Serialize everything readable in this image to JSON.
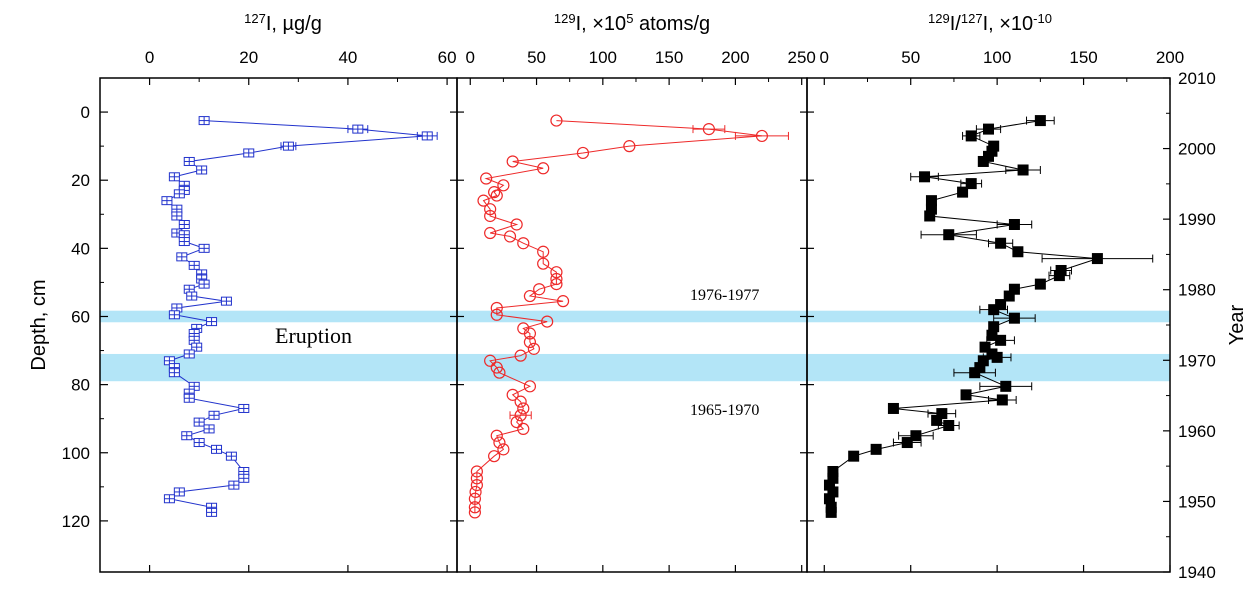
{
  "chart_data": [
    {
      "type": "scatter",
      "panel": "iodine-127",
      "title_main": "I, µg/g",
      "title_sup": "127",
      "color": "#2233cc",
      "marker": "square-crossed-open",
      "xlim": [
        -10,
        62
      ],
      "xticks": [
        0,
        20,
        40,
        60
      ],
      "ylim": [
        -10,
        135
      ],
      "ylabel": "Depth, cm",
      "yticks": [
        0,
        20,
        40,
        60,
        80,
        100,
        120
      ],
      "points": [
        [
          11,
          2.5
        ],
        [
          42,
          5
        ],
        [
          56,
          7
        ],
        [
          28,
          10
        ],
        [
          20,
          12
        ],
        [
          8,
          14.5
        ],
        [
          10.5,
          17
        ],
        [
          5,
          19
        ],
        [
          7,
          21.5
        ],
        [
          7,
          23
        ],
        [
          6,
          24
        ],
        [
          3.5,
          26
        ],
        [
          5.5,
          28.5
        ],
        [
          5.5,
          30.5
        ],
        [
          7,
          33
        ],
        [
          5.5,
          35.5
        ],
        [
          7,
          36
        ],
        [
          7,
          38
        ],
        [
          11,
          40
        ],
        [
          6.5,
          42.5
        ],
        [
          9,
          45
        ],
        [
          10.5,
          47.5
        ],
        [
          10.5,
          49
        ],
        [
          11,
          50.5
        ],
        [
          8,
          52
        ],
        [
          8.5,
          54
        ],
        [
          15.5,
          55.5
        ],
        [
          5.5,
          57.5
        ],
        [
          5,
          59.5
        ],
        [
          12.5,
          61.5
        ],
        [
          9.5,
          63.5
        ],
        [
          9,
          65
        ],
        [
          9,
          67
        ],
        [
          9.5,
          69
        ],
        [
          8,
          71
        ],
        [
          4,
          73
        ],
        [
          5,
          75
        ],
        [
          5,
          76.5
        ],
        [
          9,
          80.5
        ],
        [
          8,
          82.5
        ],
        [
          8,
          84
        ],
        [
          19,
          87
        ],
        [
          13,
          89
        ],
        [
          10,
          91
        ],
        [
          12,
          93
        ],
        [
          7.5,
          95
        ],
        [
          10,
          97
        ],
        [
          13.5,
          99
        ],
        [
          16.5,
          101
        ],
        [
          19,
          105.5
        ],
        [
          19,
          107.5
        ],
        [
          17,
          109.5
        ],
        [
          6,
          111.5
        ],
        [
          4,
          113.5
        ],
        [
          12.5,
          116
        ],
        [
          12.5,
          117.5
        ]
      ],
      "error_bars": [
        {
          "y": 5,
          "x": 42,
          "err": 2
        },
        {
          "y": 7,
          "x": 56,
          "err": 2
        },
        {
          "y": 10,
          "x": 28,
          "err": 1.5
        }
      ]
    },
    {
      "type": "scatter",
      "panel": "iodine-129",
      "title_main": "I, ×10",
      "title_sup": "129",
      "title_exp": "5",
      "title_tail": " atoms/g",
      "color": "#ee2a2a",
      "marker": "circle-open",
      "xlim": [
        -10,
        254
      ],
      "xticks": [
        0,
        50,
        100,
        150,
        200,
        250
      ],
      "ylim": [
        -10,
        135
      ],
      "points": [
        [
          65,
          2.5
        ],
        [
          180,
          5
        ],
        [
          220,
          7
        ],
        [
          120,
          10
        ],
        [
          85,
          12
        ],
        [
          32,
          14.5
        ],
        [
          55,
          16.5
        ],
        [
          12,
          19.5
        ],
        [
          25,
          21.5
        ],
        [
          18,
          23.5
        ],
        [
          20,
          24.5
        ],
        [
          10,
          26
        ],
        [
          15,
          28.5
        ],
        [
          15,
          30.5
        ],
        [
          35,
          33
        ],
        [
          15,
          35.5
        ],
        [
          30,
          36.5
        ],
        [
          40,
          38.5
        ],
        [
          55,
          41
        ],
        [
          55,
          44.5
        ],
        [
          65,
          47
        ],
        [
          65,
          49
        ],
        [
          65,
          50.5
        ],
        [
          52,
          52
        ],
        [
          45,
          54
        ],
        [
          70,
          55.5
        ],
        [
          20,
          57.5
        ],
        [
          20,
          59.5
        ],
        [
          58,
          61.5
        ],
        [
          40,
          63.5
        ],
        [
          45,
          65
        ],
        [
          45,
          67.5
        ],
        [
          48,
          69.5
        ],
        [
          38,
          71.5
        ],
        [
          15,
          73
        ],
        [
          20,
          75
        ],
        [
          22,
          76.5
        ],
        [
          45,
          80.5
        ],
        [
          32,
          83
        ],
        [
          38,
          85
        ],
        [
          40,
          87
        ],
        [
          38,
          89
        ],
        [
          35,
          91
        ],
        [
          40,
          93
        ],
        [
          20,
          95
        ],
        [
          22,
          97
        ],
        [
          25,
          99
        ],
        [
          18,
          101
        ],
        [
          5,
          105.5
        ],
        [
          5,
          107.5
        ],
        [
          5,
          109.5
        ],
        [
          4,
          111.5
        ],
        [
          3.5,
          113.5
        ],
        [
          3.5,
          116
        ],
        [
          3.5,
          117.5
        ]
      ],
      "error_bars": [
        {
          "y": 5,
          "x": 180,
          "err": 12
        },
        {
          "y": 7,
          "x": 220,
          "err": 20
        },
        {
          "y": 89,
          "x": 38,
          "err": 8
        }
      ],
      "annotations": [
        "1976-1977",
        "1965-1970"
      ]
    },
    {
      "type": "scatter",
      "panel": "iodine-ratio",
      "title_pre_sup": "129",
      "title_main": "I/",
      "title_mid_sup": "127",
      "title_tail": "I, ×10",
      "title_exp": "-10",
      "color": "#000000",
      "marker": "square-filled",
      "xlim": [
        -10,
        200
      ],
      "xticks": [
        0,
        50,
        100,
        150,
        200
      ],
      "y2label": "Year",
      "y2lim": [
        1940,
        2010
      ],
      "y2ticks": [
        1940,
        1950,
        1960,
        1970,
        1980,
        1990,
        2000,
        2010
      ],
      "points": [
        [
          125,
          2.5
        ],
        [
          95,
          5
        ],
        [
          85,
          7
        ],
        [
          98,
          10
        ],
        [
          97,
          11.5
        ],
        [
          95,
          13
        ],
        [
          92,
          14.5
        ],
        [
          115,
          17
        ],
        [
          58,
          19
        ],
        [
          85,
          21
        ],
        [
          80,
          23.5
        ],
        [
          62,
          26
        ],
        [
          62,
          28.5
        ],
        [
          61,
          30.5
        ],
        [
          110,
          33
        ],
        [
          72,
          36
        ],
        [
          102,
          38.5
        ],
        [
          112,
          41
        ],
        [
          158,
          43
        ],
        [
          137,
          46.5
        ],
        [
          136,
          48
        ],
        [
          125,
          50.5
        ],
        [
          110,
          52
        ],
        [
          107,
          54
        ],
        [
          102,
          56.5
        ],
        [
          98,
          58
        ],
        [
          110,
          60.5
        ],
        [
          98,
          63
        ],
        [
          97,
          65.5
        ],
        [
          102,
          67
        ],
        [
          93,
          69
        ],
        [
          97,
          71
        ],
        [
          100,
          72
        ],
        [
          92,
          73
        ],
        [
          90,
          75
        ],
        [
          87,
          76.5
        ],
        [
          105,
          80.5
        ],
        [
          82,
          83
        ],
        [
          103,
          84.5
        ],
        [
          40,
          87
        ],
        [
          68,
          88.5
        ],
        [
          65,
          90.5
        ],
        [
          72,
          92
        ],
        [
          53,
          95
        ],
        [
          48,
          97
        ],
        [
          30,
          99
        ],
        [
          17,
          101
        ],
        [
          5,
          105.5
        ],
        [
          5,
          107.5
        ],
        [
          3,
          109.5
        ],
        [
          5,
          111.5
        ],
        [
          3,
          113.5
        ],
        [
          4,
          116
        ],
        [
          4,
          117.5
        ]
      ],
      "error_bars": [
        {
          "y": 2.5,
          "x": 125,
          "err": 8
        },
        {
          "y": 5,
          "x": 95,
          "err": 7
        },
        {
          "y": 7,
          "x": 85,
          "err": 5
        },
        {
          "y": 17,
          "x": 115,
          "err": 10
        },
        {
          "y": 19,
          "x": 58,
          "err": 8
        },
        {
          "y": 21,
          "x": 85,
          "err": 6
        },
        {
          "y": 33,
          "x": 110,
          "err": 10
        },
        {
          "y": 36,
          "x": 72,
          "err": 16
        },
        {
          "y": 38.5,
          "x": 102,
          "err": 7
        },
        {
          "y": 43,
          "x": 158,
          "err": 32
        },
        {
          "y": 46.5,
          "x": 137,
          "err": 6
        },
        {
          "y": 48,
          "x": 136,
          "err": 6
        },
        {
          "y": 58,
          "x": 98,
          "err": 8
        },
        {
          "y": 60.5,
          "x": 110,
          "err": 12
        },
        {
          "y": 67,
          "x": 102,
          "err": 8
        },
        {
          "y": 72,
          "x": 100,
          "err": 8
        },
        {
          "y": 76.5,
          "x": 87,
          "err": 12
        },
        {
          "y": 80.5,
          "x": 105,
          "err": 15
        },
        {
          "y": 84.5,
          "x": 103,
          "err": 8
        },
        {
          "y": 88.5,
          "x": 68,
          "err": 8
        },
        {
          "y": 92,
          "x": 72,
          "err": 6
        },
        {
          "y": 95,
          "x": 53,
          "err": 10
        },
        {
          "y": 97,
          "x": 48,
          "err": 8
        }
      ]
    }
  ],
  "bands": {
    "color": "#b3e5f7",
    "ranges": [
      [
        58.3,
        61.7
      ],
      [
        71,
        79
      ]
    ]
  },
  "eruption_label": "Eruption"
}
